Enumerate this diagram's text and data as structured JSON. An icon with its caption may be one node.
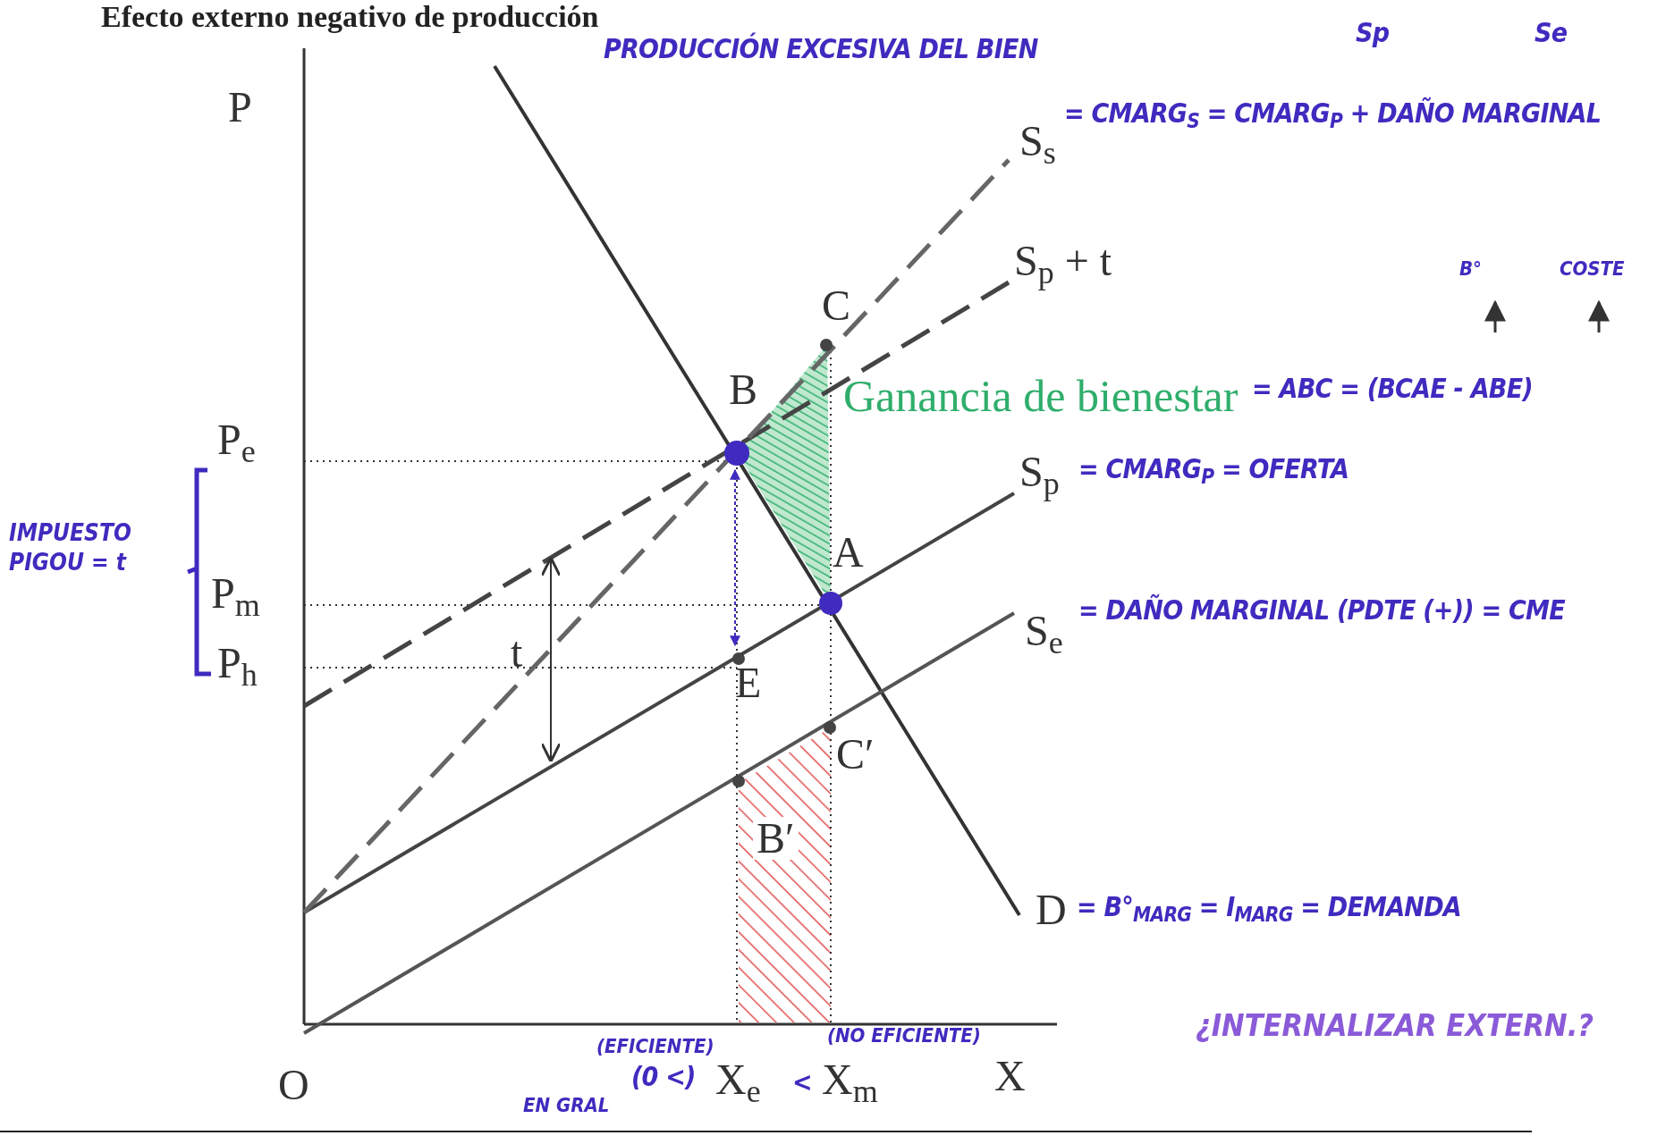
{
  "diagram": {
    "title": "Efecto externo negativo de producción",
    "labels": [
      "PRODUCCIÓN EXCESIVA DEL BIEN",
      "Sp",
      "Se",
      "P",
      "S$_{s}$",
      "= CMARG$_{S}$ = CMARG$_{P}$ + DAÑO MARGINAL",
      "S$_{p}$ + t",
      "B°",
      "COSTE",
      "C",
      "B",
      "Ganancia de bienestar",
      "= ABC = (BCAE - ABE)",
      "P$_{e}$",
      "S$_{p}$",
      "= CMARG$_{P}$ = OFERTA",
      "IMPUESTO PIGOU = t",
      "A",
      "P$_{m}$",
      "t",
      "S$_{e}$",
      "= DAÑO MARGINAL (PDTE (+)) = CME",
      "P$_{h}$",
      "E",
      "C′",
      "B′",
      "D",
      "= B°$_{MARG}$ = I$_{MARG}$ = DEMANDA",
      "¿INTERNALIZAR EXTERN.?",
      "(EFICIENTE)",
      "(NO EFICIENTE)",
      "O",
      "EN GRAL",
      "(0 <)",
      "X$_{e}$",
      "<",
      "X$_{m}$",
      "X"
    ]
  }
}
